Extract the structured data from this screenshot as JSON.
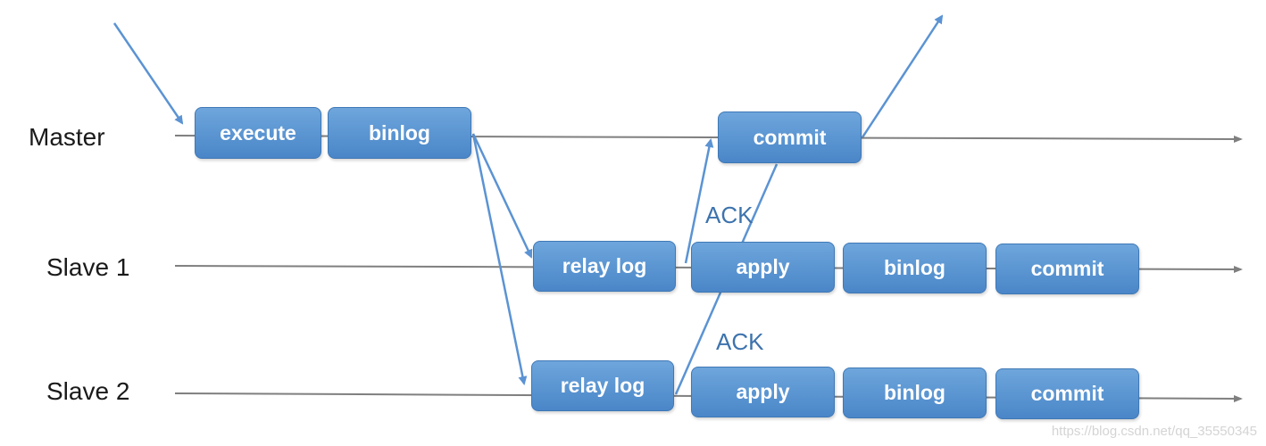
{
  "lanes": {
    "master": "Master",
    "slave1": "Slave 1",
    "slave2": "Slave 2"
  },
  "master_steps": {
    "execute": "execute",
    "binlog": "binlog",
    "commit": "commit"
  },
  "slave1_steps": {
    "relay_log": "relay log",
    "apply": "apply",
    "binlog": "binlog",
    "commit": "commit"
  },
  "slave2_steps": {
    "relay_log": "relay log",
    "apply": "apply",
    "binlog": "binlog",
    "commit": "commit"
  },
  "ack_labels": {
    "slave1": "ACK",
    "slave2": "ACK"
  },
  "watermark": "https://blog.csdn.net/qq_35550345",
  "colors": {
    "box_top": "#6ea6dc",
    "box_bottom": "#4a86c8",
    "arrow": "#5b93d3",
    "timeline": "#7f7f7f"
  }
}
